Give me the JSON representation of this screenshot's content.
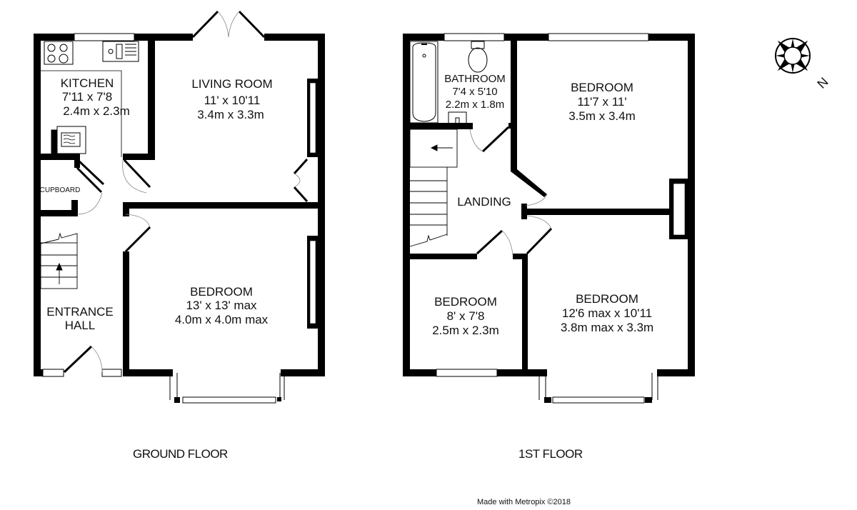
{
  "ground_floor": {
    "title": "GROUND FLOOR",
    "rooms": {
      "kitchen": {
        "name": "KITCHEN",
        "imperial": "7'11 x 7'8",
        "metric": "2.4m x 2.3m"
      },
      "living_room": {
        "name": "LIVING ROOM",
        "imperial": "11' x 10'11",
        "metric": "3.4m x 3.3m"
      },
      "cupboard": {
        "name": "CUPBOARD"
      },
      "entrance_hall": {
        "name": "ENTRANCE",
        "name2": "HALL"
      },
      "bedroom": {
        "name": "BEDROOM",
        "imperial": "13' x 13' max",
        "metric": "4.0m x 4.0m max"
      }
    }
  },
  "first_floor": {
    "title": "1ST FLOOR",
    "rooms": {
      "bathroom": {
        "name": "BATHROOM",
        "imperial": "7'4 x 5'10",
        "metric": "2.2m x 1.8m"
      },
      "bedroom_rear": {
        "name": "BEDROOM",
        "imperial": "11'7 x 11'",
        "metric": "3.5m x 3.4m"
      },
      "landing": {
        "name": "LANDING"
      },
      "bedroom_small": {
        "name": "BEDROOM",
        "imperial": "8' x 7'8",
        "metric": "2.5m x 2.3m"
      },
      "bedroom_front": {
        "name": "BEDROOM",
        "imperial": "12'6 max x 10'11",
        "metric": "3.8m max x 3.3m"
      }
    }
  },
  "compass": {
    "icon": "compass-rose-icon",
    "label": "N"
  },
  "credit": "Made with Metropix ©2018",
  "colors": {
    "wall": "#000000",
    "background": "#ffffff",
    "window": "#ffffff"
  }
}
